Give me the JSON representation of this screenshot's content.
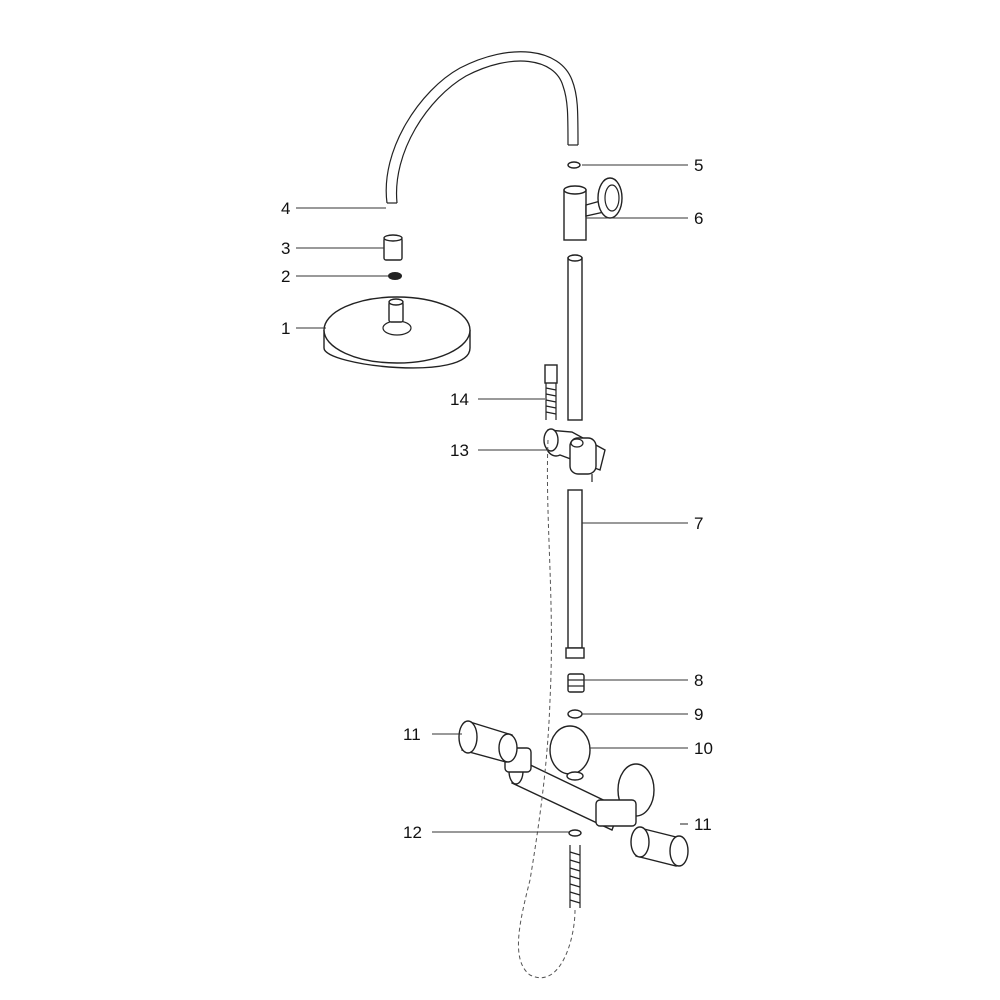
{
  "callouts": [
    {
      "id": "1",
      "text": "1"
    },
    {
      "id": "2",
      "text": "2"
    },
    {
      "id": "3",
      "text": "3"
    },
    {
      "id": "4",
      "text": "4"
    },
    {
      "id": "5",
      "text": "5"
    },
    {
      "id": "6",
      "text": "6"
    },
    {
      "id": "7",
      "text": "7"
    },
    {
      "id": "8",
      "text": "8"
    },
    {
      "id": "9",
      "text": "9"
    },
    {
      "id": "10",
      "text": "10"
    },
    {
      "id": "11a",
      "text": "11"
    },
    {
      "id": "11b",
      "text": "11"
    },
    {
      "id": "12",
      "text": "12"
    },
    {
      "id": "13",
      "text": "13"
    },
    {
      "id": "14",
      "text": "14"
    }
  ],
  "colors": {
    "line": "#222222",
    "background": "#ffffff"
  }
}
